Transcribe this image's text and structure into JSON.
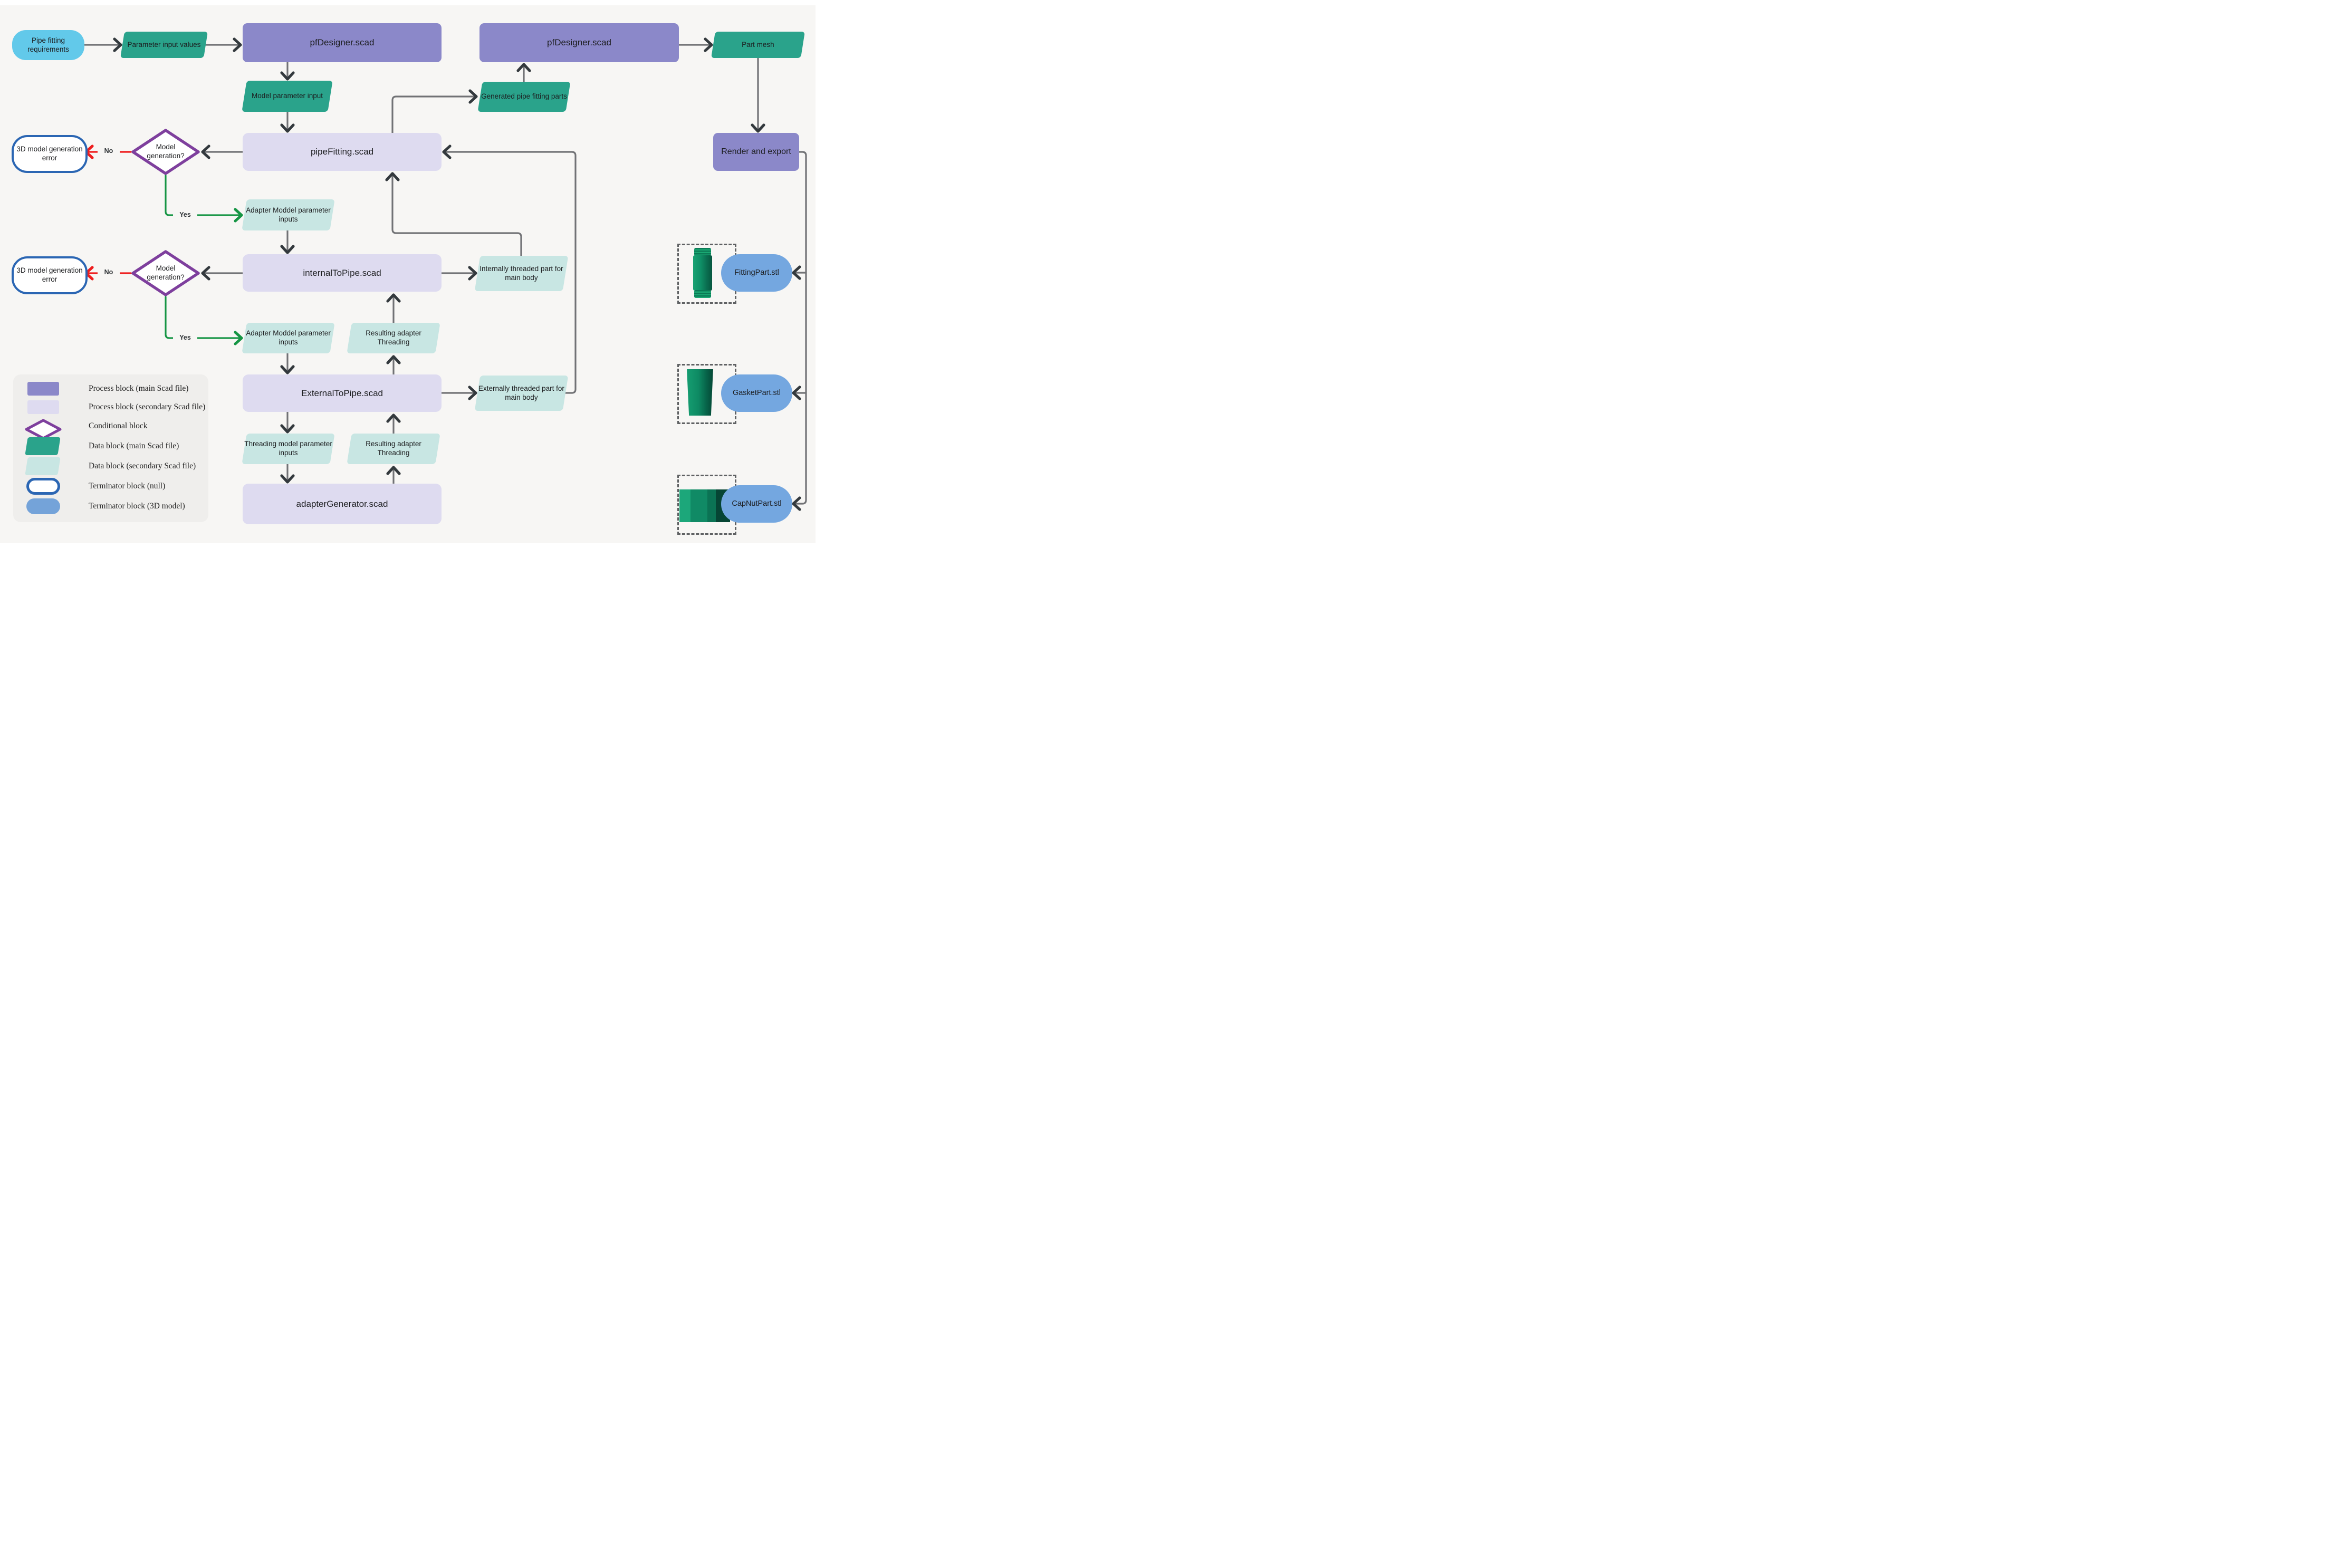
{
  "diagram": {
    "description": "OpenSCAD pipe fitting generation workflow flowchart"
  },
  "nodes": {
    "pipe_req": {
      "label": "Pipe fitting requirements",
      "type": "terminator-input"
    },
    "param_values": {
      "label": "Parameter input values",
      "type": "data-main"
    },
    "pfdesigner1": {
      "label": "pfDesigner.scad",
      "type": "process-main"
    },
    "pfdesigner2": {
      "label": "pfDesigner.scad",
      "type": "process-main"
    },
    "part_mesh": {
      "label": "Part mesh",
      "type": "data-main"
    },
    "model_param_input": {
      "label": "Model parameter input",
      "type": "data-main"
    },
    "generated_parts": {
      "label": "Generated pipe fitting parts",
      "type": "data-main"
    },
    "pipefitting": {
      "label": "pipeFitting.scad",
      "type": "process-secondary"
    },
    "err1": {
      "label": "3D model generation error",
      "type": "terminator-null"
    },
    "diamond1": {
      "label": "Model generation?",
      "type": "conditional"
    },
    "render_export": {
      "label": "Render and export",
      "type": "process-main"
    },
    "adapter_inputs1": {
      "label": "Adapter Moddel parameter inputs",
      "type": "data-secondary"
    },
    "err2": {
      "label": "3D model generation error",
      "type": "terminator-null"
    },
    "diamond2": {
      "label": "Model generation?",
      "type": "conditional"
    },
    "internaltopipe": {
      "label": "internalToPipe.scad",
      "type": "process-secondary"
    },
    "internally_threaded": {
      "label": "Internally threaded part for main body",
      "type": "data-secondary"
    },
    "adapter_inputs2": {
      "label": "Adapter Moddel parameter inputs",
      "type": "data-secondary"
    },
    "resulting_threading1": {
      "label": "Resulting adapter Threading",
      "type": "data-secondary"
    },
    "externaltopipe": {
      "label": "ExternalToPipe.scad",
      "type": "process-secondary"
    },
    "externally_threaded": {
      "label": "Externally threaded part for main body",
      "type": "data-secondary"
    },
    "threading_inputs": {
      "label": "Threading model parameter inputs",
      "type": "data-secondary"
    },
    "resulting_threading2": {
      "label": "Resulting adapter Threading",
      "type": "data-secondary"
    },
    "adaptergenerator": {
      "label": "adapterGenerator.scad",
      "type": "process-secondary"
    },
    "fitting_stl": {
      "label": "FittingPart.stl",
      "type": "terminator-3d-model"
    },
    "gasket_stl": {
      "label": "GasketPart.stl",
      "type": "terminator-3d-model"
    },
    "capnut_stl": {
      "label": "CapNutPart.stl",
      "type": "terminator-3d-model"
    }
  },
  "edge_labels": {
    "no1": "No",
    "yes1": "Yes",
    "no2": "No",
    "yes2": "Yes"
  },
  "edges": [
    {
      "from": "pipe_req",
      "to": "param_values"
    },
    {
      "from": "param_values",
      "to": "pfdesigner1"
    },
    {
      "from": "pfdesigner1",
      "to": "model_param_input"
    },
    {
      "from": "model_param_input",
      "to": "pipefitting"
    },
    {
      "from": "pipefitting",
      "to": "diamond1"
    },
    {
      "from": "diamond1",
      "to": "err1",
      "label": "No",
      "color": "red"
    },
    {
      "from": "diamond1",
      "to": "adapter_inputs1",
      "label": "Yes",
      "color": "green"
    },
    {
      "from": "adapter_inputs1",
      "to": "internaltopipe"
    },
    {
      "from": "internaltopipe",
      "to": "diamond2"
    },
    {
      "from": "diamond2",
      "to": "err2",
      "label": "No",
      "color": "red"
    },
    {
      "from": "diamond2",
      "to": "adapter_inputs2",
      "label": "Yes",
      "color": "green"
    },
    {
      "from": "adapter_inputs2",
      "to": "externaltopipe"
    },
    {
      "from": "externaltopipe",
      "to": "threading_inputs"
    },
    {
      "from": "threading_inputs",
      "to": "adaptergenerator"
    },
    {
      "from": "adaptergenerator",
      "to": "resulting_threading2"
    },
    {
      "from": "resulting_threading2",
      "to": "externaltopipe"
    },
    {
      "from": "externaltopipe",
      "to": "resulting_threading1"
    },
    {
      "from": "resulting_threading1",
      "to": "internaltopipe"
    },
    {
      "from": "internaltopipe",
      "to": "internally_threaded"
    },
    {
      "from": "internally_threaded",
      "to": "pipefitting"
    },
    {
      "from": "pipefitting",
      "to": "generated_parts"
    },
    {
      "from": "generated_parts",
      "to": "pfdesigner2"
    },
    {
      "from": "pfdesigner2",
      "to": "part_mesh"
    },
    {
      "from": "part_mesh",
      "to": "render_export"
    },
    {
      "from": "externaltopipe",
      "to": "externally_threaded"
    },
    {
      "from": "externally_threaded",
      "to": "pipefitting"
    },
    {
      "from": "render_export",
      "to": "fitting_stl"
    },
    {
      "from": "render_export",
      "to": "gasket_stl"
    },
    {
      "from": "render_export",
      "to": "capnut_stl"
    }
  ],
  "legend": {
    "items": [
      {
        "label": "Process block (main Scad file)",
        "swatch": "purple-rect"
      },
      {
        "label": "Process block (secondary Scad file)",
        "swatch": "lavender-rect"
      },
      {
        "label": "Conditional block",
        "swatch": "purple-diamond-outline"
      },
      {
        "label": "Data block (main Scad file)",
        "swatch": "teal-parallelogram"
      },
      {
        "label": "Data block (secondary Scad file)",
        "swatch": "light-teal-parallelogram"
      },
      {
        "label": "Terminator block (null)",
        "swatch": "blue-outline-stadium"
      },
      {
        "label": "Terminator block (3D model)",
        "swatch": "blue-filled-stadium"
      }
    ]
  },
  "colors": {
    "background": "#f7f6f4",
    "process_main": "#8b88c9",
    "process_secondary": "#dedbf0",
    "data_main": "#2aa38b",
    "data_secondary": "#c8e6e3",
    "terminator_input": "#62c9ea",
    "terminator_null_border": "#2b66b3",
    "terminator_3d_model": "#74a7e0",
    "conditional_border": "#7e3f9d",
    "wire_gray": "#717275",
    "arrowhead": "#33393d",
    "no_branch": "#ee1d1d",
    "yes_branch": "#169544"
  }
}
